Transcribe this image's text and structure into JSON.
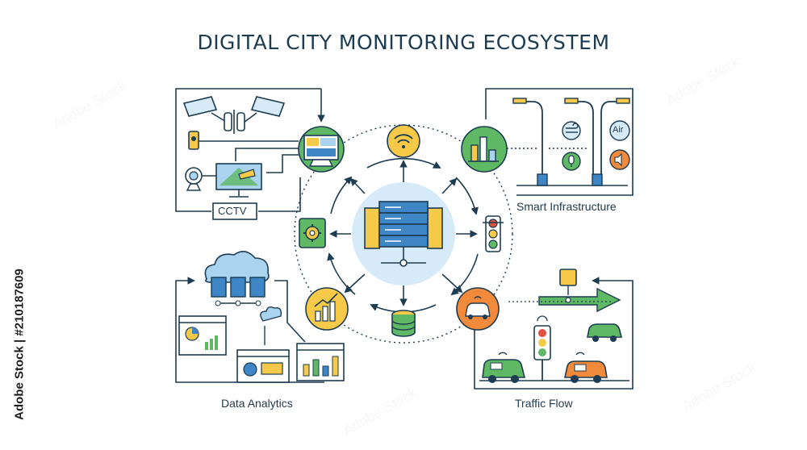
{
  "title": "DIGITAL CITY MONITORING ECOSYSTEM",
  "labels": {
    "cctv": "CCTV",
    "smart_infrastructure": "Smart Infrastructure",
    "data_analytics": "Data Analytics",
    "traffic_flow": "Traffic Flow",
    "air": "Air"
  },
  "stock_credit": "Adobe Stock | #210187609",
  "watermark": "Adobe Stock",
  "colors": {
    "outline": "#1d3c52",
    "green": "#5fb864",
    "yellow": "#f7c948",
    "blue": "#3f86c6",
    "light_blue": "#a9d3ee",
    "orange": "#f18a3a",
    "red": "#e3513f",
    "pale_blue": "#d6ebf7"
  },
  "icons": [
    "cctv-camera-icon",
    "monitor-dashboard-icon",
    "wifi-icon",
    "bar-chart-sensor-icon",
    "server-hub-icon",
    "gear-icon",
    "traffic-light-icon",
    "analytics-chart-icon",
    "database-icon",
    "car-sensor-icon",
    "street-lamp-icon",
    "microphone-icon",
    "speaker-icon",
    "wind-icon",
    "cloud-server-icon",
    "direction-sign-icon"
  ]
}
